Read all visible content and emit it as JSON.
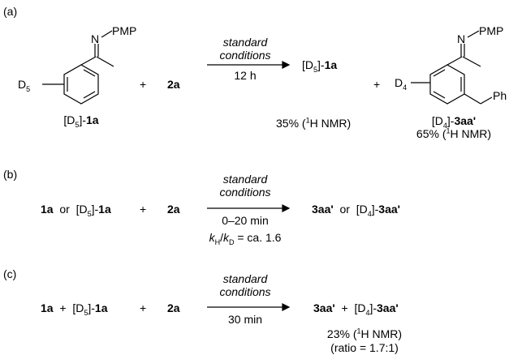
{
  "panels": {
    "a": {
      "label": "(a)",
      "reactant1_label_pre": "[D",
      "reactant1_label_sub": "5",
      "reactant1_label_post": "]-",
      "reactant1_label_bold": "1a",
      "reactant1_N": "N",
      "reactant1_PMP": "PMP",
      "reactant1_D": "D",
      "reactant1_D_sub": "5",
      "plus1": "+",
      "reagent": "2a",
      "arrow_top1": "standard",
      "arrow_top2": "conditions",
      "arrow_bottom": "12 h",
      "product1_pre": "[D",
      "product1_sub": "5",
      "product1_post": "]-",
      "product1_bold": "1a",
      "plus2": "+",
      "product1_yield": "35% (",
      "product1_yield_sup": "1",
      "product1_yield_post": "H NMR)",
      "product2_N": "N",
      "product2_PMP": "PMP",
      "product2_D": "D",
      "product2_D_sub": "4",
      "product2_Ph": "Ph",
      "product2_pre": "[D",
      "product2_sub": "4",
      "product2_post": "]-",
      "product2_bold": "3aa'",
      "product2_yield": "65% (",
      "product2_yield_sup": "1",
      "product2_yield_post": "H NMR)"
    },
    "b": {
      "label": "(b)",
      "r1": "1a",
      "or1": "or",
      "r2_pre": "[D",
      "r2_sub": "5",
      "r2_post": "]-",
      "r2_bold": "1a",
      "plus": "+",
      "reagent": "2a",
      "arrow_top1": "standard",
      "arrow_top2": "conditions",
      "arrow_bottom": "0–20 min",
      "kie_k1": "k",
      "kie_H": "H",
      "kie_slash": "/",
      "kie_k2": "k",
      "kie_D": "D",
      "kie_value": " = ca. 1.6",
      "p1": "3aa'",
      "or2": "or",
      "p2_pre": "[D",
      "p2_sub": "4",
      "p2_post": "]-",
      "p2_bold": "3aa'"
    },
    "c": {
      "label": "(c)",
      "r1": "1a",
      "plus1": "+",
      "r2_pre": "[D",
      "r2_sub": "5",
      "r2_post": "]-",
      "r2_bold": "1a",
      "plus2": "+",
      "reagent": "2a",
      "arrow_top1": "standard",
      "arrow_top2": "conditions",
      "arrow_bottom": "30 min",
      "p1": "3aa'",
      "plus3": "+",
      "p2_pre": "[D",
      "p2_sub": "4",
      "p2_post": "]-",
      "p2_bold": "3aa'",
      "yield": "23% (",
      "yield_sup": "1",
      "yield_post": "H NMR)",
      "ratio": "(ratio = 1.7:1)"
    }
  }
}
